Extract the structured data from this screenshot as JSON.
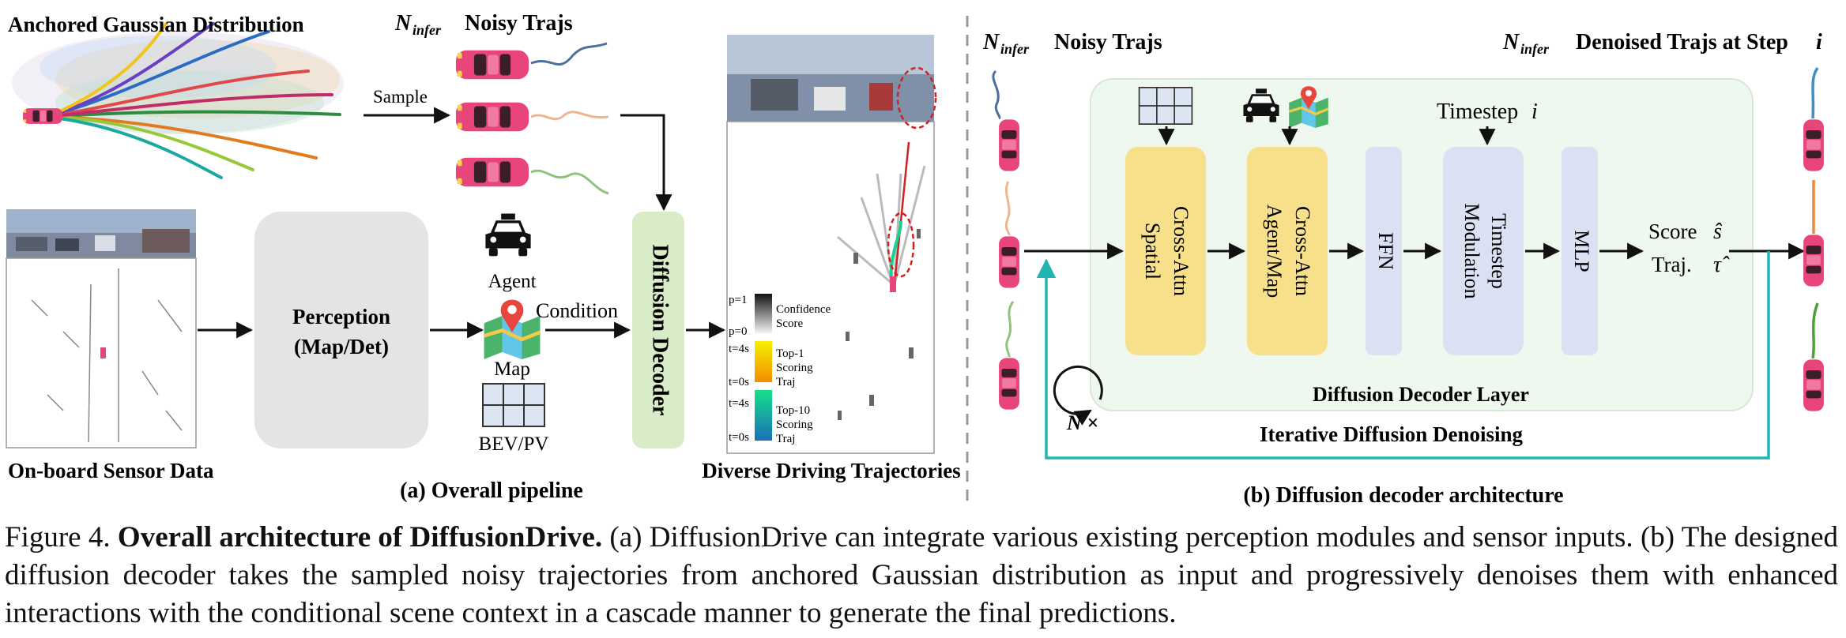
{
  "panel_a": {
    "anchored_title": "Anchored Gaussian Distribution",
    "noisy_trajs_title": "Noisy Trajs",
    "n_infer": "N",
    "n_infer_sub": "infer",
    "sample_label": "Sample",
    "sensor_label": "On-board Sensor Data",
    "perception_line1": "Perception",
    "perception_line2": "(Map/Det)",
    "agent_label": "Agent",
    "map_label": "Map",
    "bev_label": "BEV/PV",
    "condition_label": "Condition",
    "decoder_label": "Diffusion Decoder",
    "output_label": "Diverse Driving Trajectories",
    "legend": {
      "p1": "p=1",
      "p0": "p=0",
      "conf_line1": "Confidence",
      "conf_line2": "Score",
      "t4_a": "t=4s",
      "t0_a": "t=0s",
      "top1_line1": "Top-1",
      "top1_line2": "Scoring",
      "top1_line3": "Traj",
      "t4_b": "t=4s",
      "t0_b": "t=0s",
      "top10_line1": "Top-10",
      "top10_line2": "Scoring",
      "top10_line3": "Traj"
    },
    "subtitle": "(a) Overall pipeline"
  },
  "panel_b": {
    "noisy_title": "Noisy Trajs",
    "denoised_title": "Denoised Trajs at Step",
    "step_var": "i",
    "timestep_label": "Timestep",
    "timestep_var": "i",
    "spatial_line1": "Spatial",
    "spatial_line2": "Cross-Attn",
    "agentmap_line1": "Agent/Map",
    "agentmap_line2": "Cross-Attn",
    "ffn_label": "FFN",
    "tm_line1": "Timestep",
    "tm_line2": "Modulation",
    "mlp_label": "MLP",
    "score_label": "Score",
    "score_sym": "ŝ",
    "traj_label": "Traj.",
    "traj_sym": "τ̂",
    "layer_label": "Diffusion Decoder Layer",
    "iter_label": "Iterative Diffusion Denoising",
    "n_times": "N ×",
    "subtitle": "(b) Diffusion decoder architecture"
  },
  "caption": {
    "prefix": "Figure 4.",
    "bold": "Overall architecture of DiffusionDrive.",
    "text": "(a) DiffusionDrive can integrate various existing perception modules and sensor inputs. (b) The designed diffusion decoder takes the sampled noisy trajectories from anchored Gaussian distribution as input and progressively denoises them with enhanced interactions with the conditional scene context in a cascade manner to generate the final predictions."
  },
  "colors": {
    "car": "#e8457a",
    "decoder_green": "#d8ecc8",
    "layer_bg": "#eef8ee",
    "yellow_block": "#f8e08a",
    "blue_block": "#d9e1f2",
    "gray_block": "#e4e4e4",
    "teal_loop": "#1fb5b5"
  }
}
